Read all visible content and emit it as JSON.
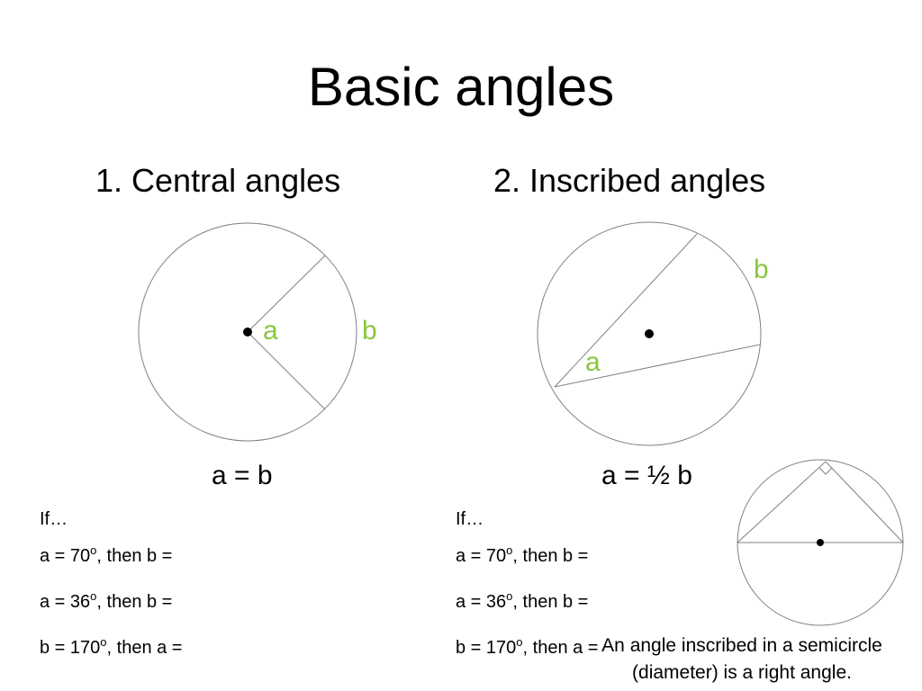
{
  "slide": {
    "title": "Basic angles",
    "central": {
      "heading": "1. Central angles",
      "label_a": "a",
      "label_b": "b",
      "formula": "a = b",
      "if_label": "If…",
      "questions": [
        {
          "pre": "a = 70",
          "sup": "o",
          "post": ", then b ="
        },
        {
          "pre": "a = 36",
          "sup": "o",
          "post": ", then b ="
        },
        {
          "pre": "b = 170",
          "sup": "o",
          "post": ", then a ="
        }
      ]
    },
    "inscribed": {
      "heading": "2. Inscribed angles",
      "label_a": "a",
      "label_b": "b",
      "formula": "a = ½ b",
      "if_label": "If…",
      "questions": [
        {
          "pre": "a = 70",
          "sup": "o",
          "post": ", then b ="
        },
        {
          "pre": "a = 36",
          "sup": "o",
          "post": ", then b ="
        },
        {
          "pre": "b = 170",
          "sup": "o",
          "post": ", then a ="
        }
      ]
    },
    "semicircle_note": {
      "line1": "An angle inscribed in a semicircle",
      "line2": "(diameter) is a right angle."
    },
    "colors": {
      "label_green": "#8bc53f",
      "line_gray": "#808080"
    }
  }
}
